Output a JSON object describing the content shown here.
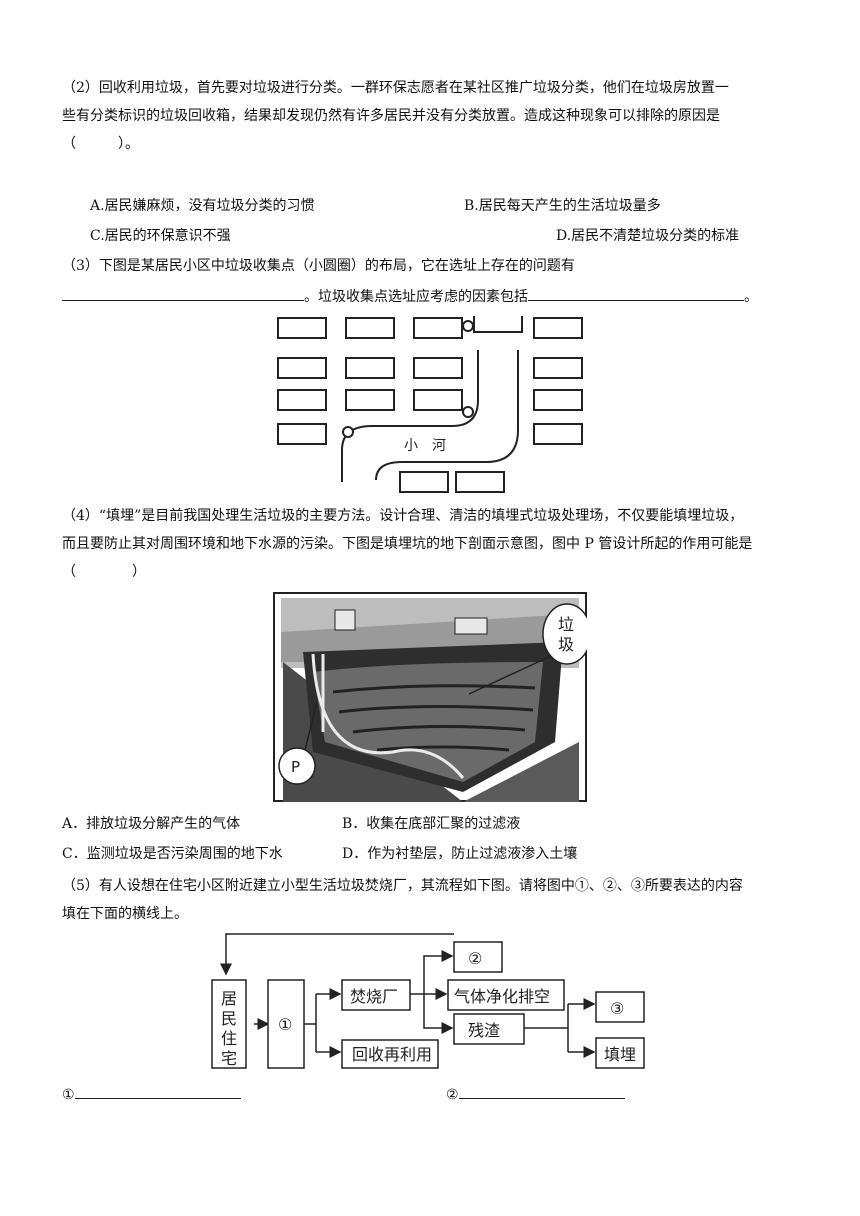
{
  "q2": {
    "line1": "（2）回收利用垃圾，首先要对垃圾进行分类。一群环保志愿者在某社区推广垃圾分类，他们在垃圾房放置一",
    "line2": "些有分类标识的垃圾回收箱，结果却发现仍然有许多居民并没有分类放置。造成这种现象可以排除的原因是",
    "line3": "（　　　）。",
    "options": {
      "a": "A.居民嫌麻烦，没有垃圾分类的习惯",
      "b": "B.居民每天产生的生活垃圾量多",
      "c": "C.居民的环保意识不强",
      "d": "D.居民不清楚垃圾分类的标准"
    }
  },
  "q3": {
    "line1": "（3）下图是某居民小区中垃圾收集点（小圆圈）的布局，它在选址上存在的问题有",
    "line2_mid": "。垃圾收集点选址应考虑的因素包括",
    "line2_end": "。",
    "river_label": "小　河"
  },
  "q4": {
    "line1": "（4）“填埋”是目前我国处理生活垃圾的主要方法。设计合理、清洁的填埋式垃圾处理场，不仅要能填埋垃圾，",
    "line2": "而且要防止其对周围环境和地下水源的污染。下图是填埋坑的地下剖面示意图，图中 P 管设计所起的作用可能是",
    "line3": "（　　　　）",
    "callout_garbage": "垃圾",
    "callout_p": "P",
    "options": {
      "a": "A．排放垃圾分解产生的气体",
      "b": "B．收集在底部汇聚的过滤液",
      "c": "C．监测垃圾是否污染周围的地下水",
      "d": "D．作为衬垫层，防止过滤液渗入土壤"
    }
  },
  "q5": {
    "line1": "（5）有人设想在住宅小区附近建立小型生活垃圾焚烧厂，其流程如下图。请将图中①、②、③所要表达的内容",
    "line2": "填在下面的横线上。",
    "flow": {
      "residence": "居民住宅",
      "node1": "①",
      "node2": "②",
      "node3": "③",
      "incinerator": "焚烧厂",
      "gas": "气体净化排空",
      "residue": "残渣",
      "recycle": "回收再利用",
      "landfill": "填埋"
    },
    "answer1": "①",
    "answer2": "②"
  }
}
